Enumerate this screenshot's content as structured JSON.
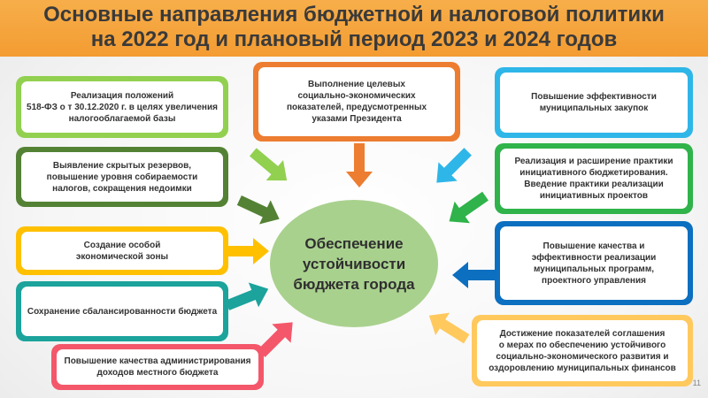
{
  "title": {
    "line1": "Основные направления бюджетной и налоговой политики",
    "line2": "на 2022 год и плановый период 2023 и 2024 годов"
  },
  "center_text": "Обеспечение\nустойчивости\nбюджета города",
  "boxes": {
    "left1": "Реализация положений\n518-ФЗ о т 30.12.2020 г. в целях увеличения\nналогооблагаемой базы",
    "left2": "Выявление скрытых резервов,\nповышение уровня собираемости\nналогов, сокращения недоимки",
    "left3": "Создание особой\nэкономической зоны",
    "left4": "Сохранение сбалансированности бюджета",
    "left5": "Повышение качества администрирования\nдоходов местного бюджета",
    "top": "Выполнение целевых\nсоциально-экономических\nпоказателей, предусмотренных\nуказами Президента",
    "right1": "Повышение эффективности\nмуниципальных закупок",
    "right2": "Реализация и расширение практики\nинициативного бюджетирования.\nВведение практики реализации\nинициативных проектов",
    "right3": "Повышение качества и\nэффективности реализации\nмуниципальных программ,\nпроектного управления",
    "right4": "Достижение показателей соглашения\nо мерах по обеспечению устойчивого\nсоциально-экономического развития и\nоздоровлению муниципальных финансов"
  },
  "colors": {
    "light_green": "#92d050",
    "dark_green": "#548235",
    "yellow": "#ffc000",
    "teal": "#1ba39c",
    "red": "#f4576a",
    "orange": "#ed7d31",
    "light_blue": "#2fb6e8",
    "green": "#2fb34a",
    "blue": "#0c6fc0",
    "light_orange": "#ffc95e",
    "center": "#a9d18e",
    "header": "#f39c32"
  },
  "page_number": "11"
}
